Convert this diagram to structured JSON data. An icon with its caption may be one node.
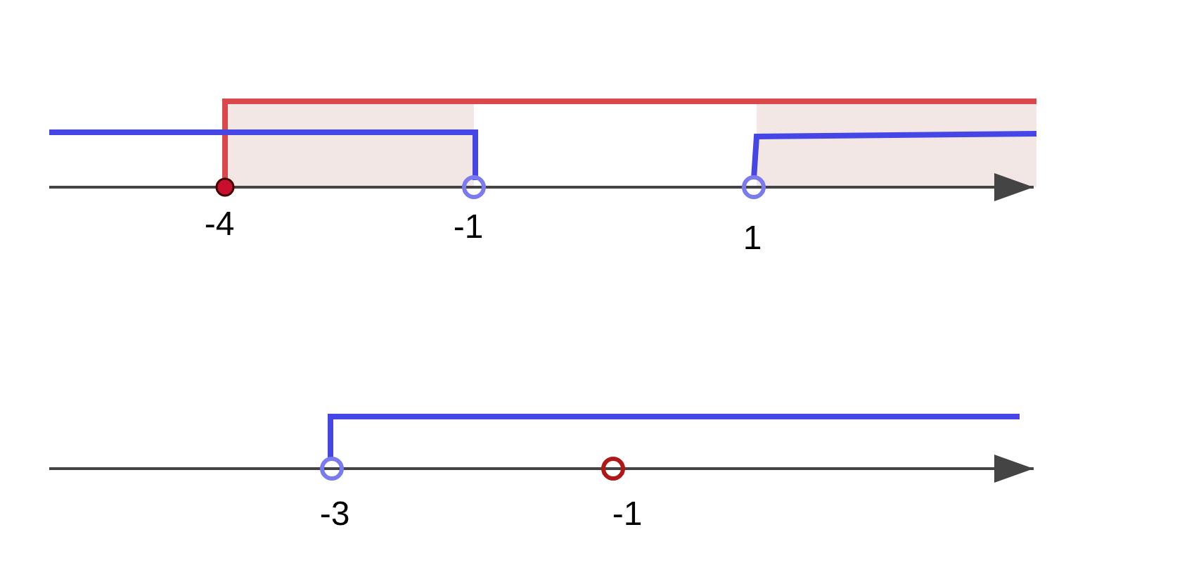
{
  "diagram": {
    "labels": [
      "-4",
      "-1",
      "1",
      "-3",
      "-1"
    ]
  }
}
